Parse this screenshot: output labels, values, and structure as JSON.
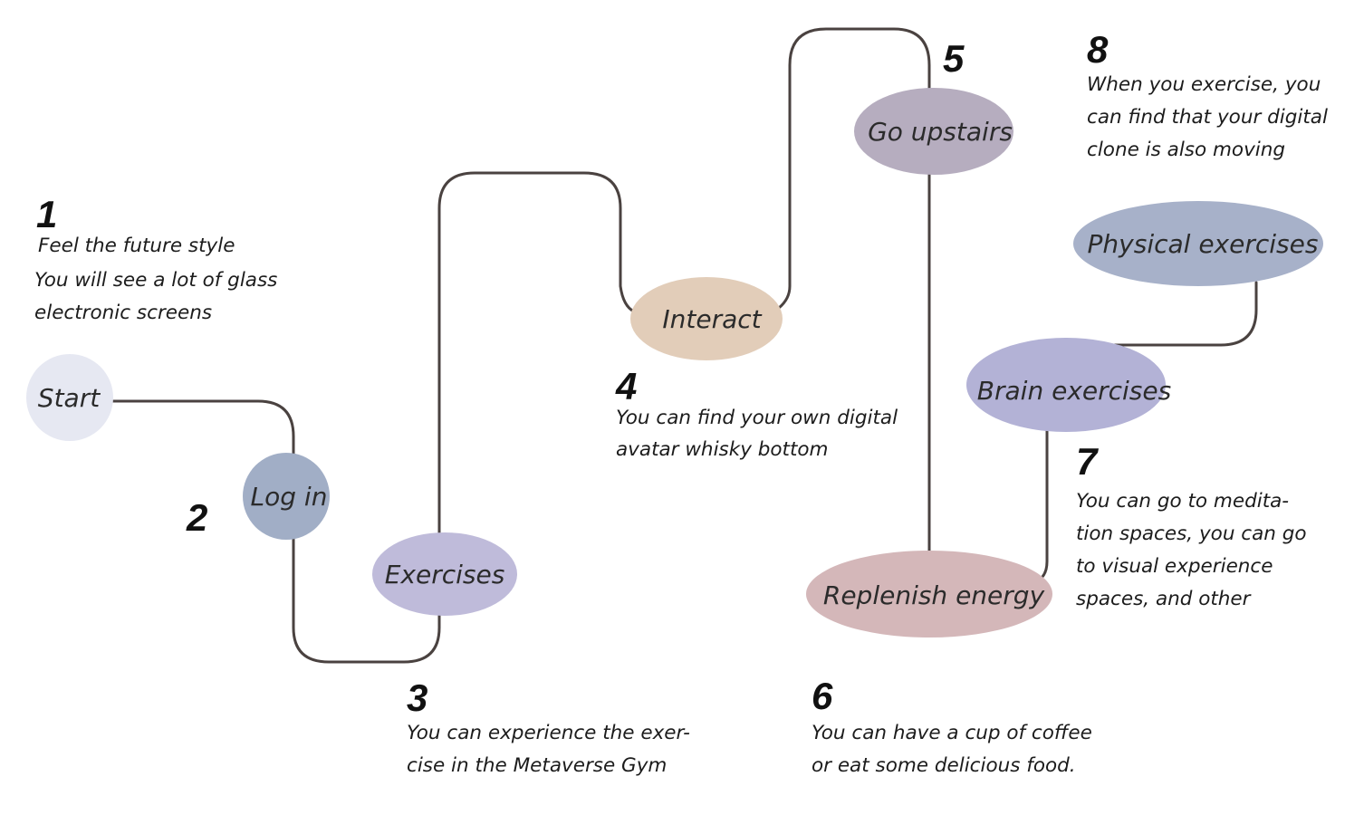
{
  "nodes": {
    "start": {
      "label": "Start",
      "color": "#e6e8f2"
    },
    "login": {
      "label": "Log in",
      "color": "#a1aec6"
    },
    "exercises": {
      "label": "Exercises",
      "color": "#bfbbda"
    },
    "interact": {
      "label": "Interact",
      "color": "#e2cdb9"
    },
    "go_upstairs": {
      "label": "Go upstairs",
      "color": "#b6adbf"
    },
    "replenish_energy": {
      "label": "Replenish energy",
      "color": "#d4b7b9"
    },
    "brain_exercises": {
      "label": "Brain exercises",
      "color": "#b3b2d6"
    },
    "physical_exercises": {
      "label": "Physical exercises",
      "color": "#a7b1c9"
    }
  },
  "connector_color": "#4a4240",
  "steps": {
    "s1": {
      "number": "1",
      "lines": [
        "Feel the future style",
        "You will see a lot of glass",
        "electronic screens"
      ]
    },
    "s2": {
      "number": "2"
    },
    "s3": {
      "number": "3",
      "lines": [
        "You can experience the exer-",
        "cise in the Metaverse Gym"
      ]
    },
    "s4": {
      "number": "4",
      "lines": [
        "You can find your own digital",
        "avatar whisky bottom"
      ]
    },
    "s5": {
      "number": "5"
    },
    "s6": {
      "number": "6",
      "lines": [
        "You can have a cup of coffee",
        "or eat some delicious food."
      ]
    },
    "s7": {
      "number": "7",
      "lines": [
        "You can go to medita-",
        "tion spaces, you can go",
        "to visual experience",
        "spaces, and other"
      ]
    },
    "s8": {
      "number": "8",
      "lines": [
        "When you exercise, you",
        "can find that your digital",
        "clone is also moving"
      ]
    }
  }
}
